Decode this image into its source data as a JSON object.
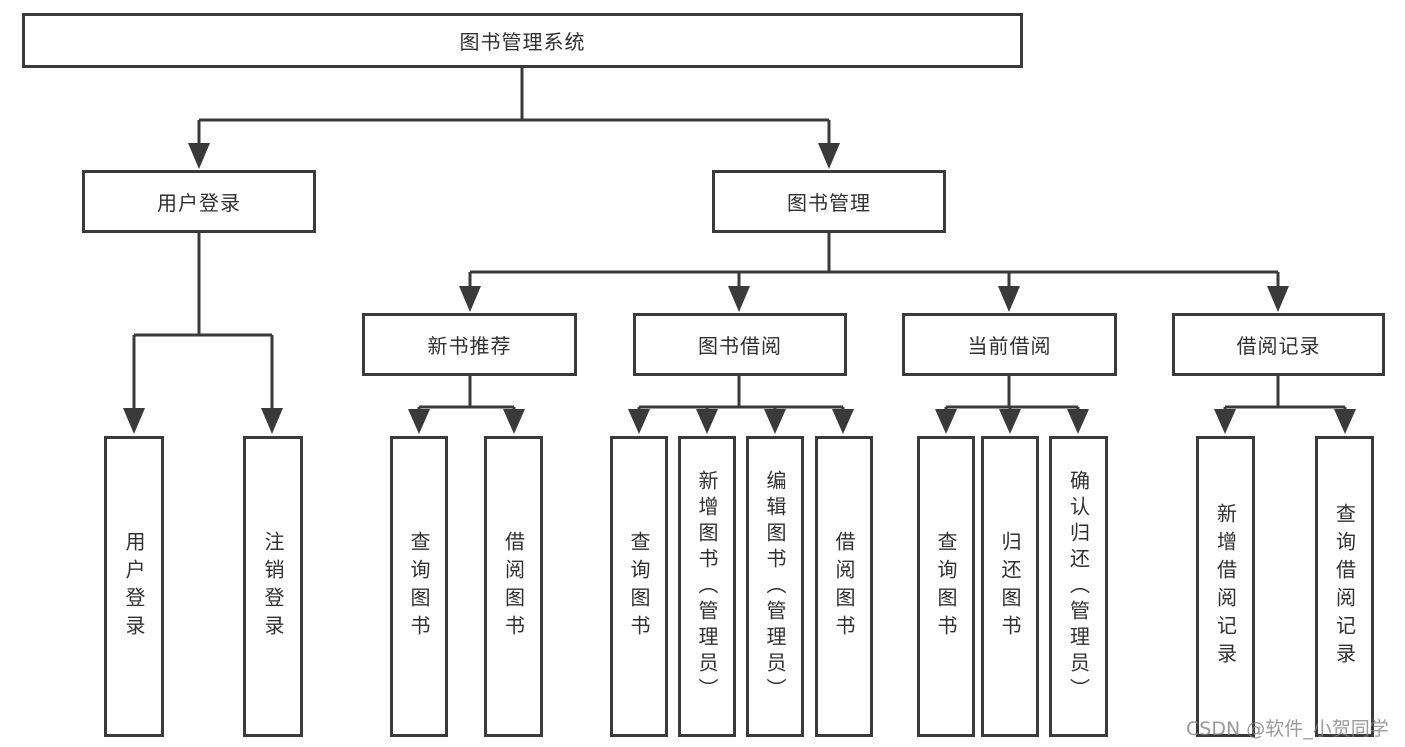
{
  "diagram": {
    "title": "图书管理系统",
    "nodes": {
      "root": "图书管理系统",
      "user_login": {
        "label": "用户登录",
        "children": [
          "用户登录",
          "注销登录"
        ]
      },
      "book_management": {
        "label": "图书管理"
      },
      "new_book_recommend": {
        "label": "新书推荐",
        "children": [
          "查询图书",
          "借阅图书"
        ]
      },
      "book_borrow": {
        "label": "图书借阅",
        "children": [
          "查询图书",
          "新增图书（管理员）",
          "编辑图书（管理员）",
          "借阅图书"
        ]
      },
      "current_borrow": {
        "label": "当前借阅",
        "children": [
          "查询图书",
          "归还图书",
          "确认归还（管理员）"
        ]
      },
      "borrow_records": {
        "label": "借阅记录",
        "children": [
          "新增借阅记录",
          "查询借阅记录"
        ]
      }
    },
    "colors": {
      "line": "#3a3a3a",
      "box_border": "#3a3a3a",
      "box_fill": "#ffffff",
      "text": "#303030",
      "watermark": "#828282",
      "background": "#ffffff"
    }
  },
  "watermark": "CSDN @软件_小贺同学"
}
